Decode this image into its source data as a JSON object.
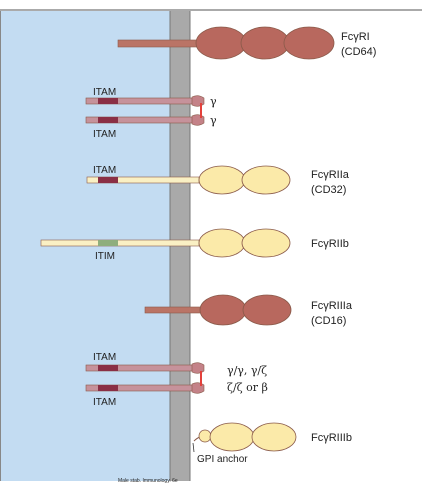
{
  "colors": {
    "cytoplasm": "#c3dcf2",
    "membrane": "#a9a9a9",
    "tail_brown": "#ba7466",
    "domain_brown": "#b8685e",
    "tail_pink": "#c6929b",
    "domain_pink": "#c48288",
    "domain_yellow": "#fbeaa9",
    "tail_yellow": "#faf0c4",
    "itam_motif": "#8a2f45",
    "itim_motif": "#8fae7d",
    "disulfide": "#e4413c",
    "outline": "#8a5a4a"
  },
  "receptors": [
    {
      "name": "FcγRI",
      "cd": "(CD64)"
    },
    {
      "name": "FcγRIIa",
      "cd": "(CD32)",
      "motif": "ITAM"
    },
    {
      "name": "FcγRIIb",
      "motif": "ITIM"
    },
    {
      "name": "FcγRIIIa",
      "cd": "(CD16)"
    },
    {
      "name": "FcγRIIIb"
    }
  ],
  "chains": {
    "gamma_upper": "γ",
    "gamma_lower": "γ",
    "itam_top_1": "ITAM",
    "itam_top_2": "ITAM",
    "itam_bottom_1": "ITAM",
    "itam_bottom_2": "ITAM",
    "pair_line1": "γ/γ, γ/ζ",
    "pair_line2": "ζ/ζ or β"
  },
  "gpi_label": "GPI anchor",
  "footer": "Male stab. Immunology. 6e"
}
